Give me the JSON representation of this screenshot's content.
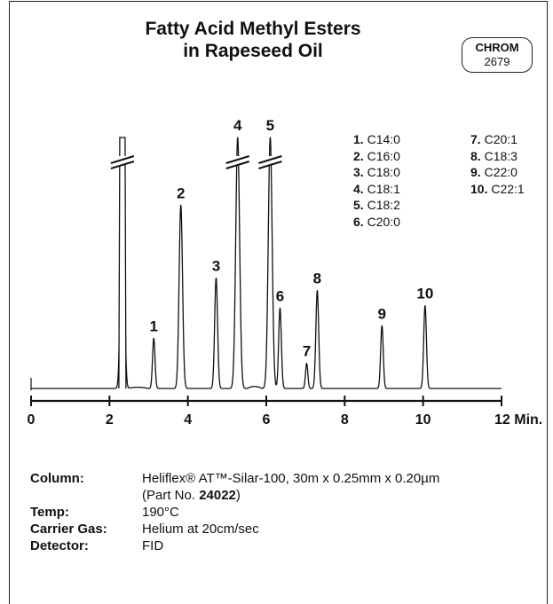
{
  "title_line1": "Fatty Acid Methyl Esters",
  "title_line2": "in Rapeseed Oil",
  "badge": {
    "line1": "CHROM",
    "line2": "2679"
  },
  "legend": [
    {
      "num": "1.",
      "name": "C14:0"
    },
    {
      "num": "2.",
      "name": "C16:0"
    },
    {
      "num": "3.",
      "name": "C18:0"
    },
    {
      "num": "4.",
      "name": "C18:1"
    },
    {
      "num": "5.",
      "name": "C18:2"
    },
    {
      "num": "6.",
      "name": "C20:0"
    },
    {
      "num": "7.",
      "name": "C20:1"
    },
    {
      "num": "8.",
      "name": "C18:3"
    },
    {
      "num": "9.",
      "name": "C22:0"
    },
    {
      "num": "10.",
      "name": "C22:1"
    }
  ],
  "conditions": {
    "column_label": "Column:",
    "column_value_1": "Heliflex® AT™-Silar-100, 30m x 0.25mm x 0.20µm",
    "column_value_2_prefix": "(Part No. ",
    "column_value_2_bold": "24022",
    "column_value_2_suffix": ")",
    "temp_label": "Temp:",
    "temp_value": "190°C",
    "carrier_label": "Carrier Gas:",
    "carrier_value": "Helium at 20cm/sec",
    "detector_label": "Detector:",
    "detector_value": "FID"
  },
  "chart_data": {
    "type": "line",
    "title": "Fatty Acid Methyl Esters in Rapeseed Oil",
    "xlabel": "Min.",
    "ylabel": "",
    "xlim": [
      0,
      12
    ],
    "x_ticks": [
      0,
      2,
      4,
      6,
      8,
      10,
      12
    ],
    "x_tick_labels": [
      "0",
      "2",
      "4",
      "6",
      "8",
      "10",
      "12 Min."
    ],
    "ylim": [
      0,
      100
    ],
    "grid": false,
    "legend_placement": "top-right",
    "solvent_peak": {
      "time": 2.33,
      "height": 100,
      "broken": true
    },
    "peaks": [
      {
        "label": "1",
        "compound": "C14:0",
        "time": 3.13,
        "height": 20
      },
      {
        "label": "2",
        "compound": "C16:0",
        "time": 3.82,
        "height": 73
      },
      {
        "label": "3",
        "compound": "C18:0",
        "time": 4.72,
        "height": 44
      },
      {
        "label": "4",
        "compound": "C18:1",
        "time": 5.27,
        "height": 100,
        "broken": true
      },
      {
        "label": "5",
        "compound": "C18:2",
        "time": 6.1,
        "height": 100,
        "broken": true
      },
      {
        "label": "6",
        "compound": "C20:0",
        "time": 6.35,
        "height": 32
      },
      {
        "label": "7",
        "compound": "C20:1",
        "time": 7.03,
        "height": 10
      },
      {
        "label": "8",
        "compound": "C18:3",
        "time": 7.3,
        "height": 39
      },
      {
        "label": "9",
        "compound": "C22:0",
        "time": 8.95,
        "height": 25
      },
      {
        "label": "10",
        "compound": "C22:1",
        "time": 10.05,
        "height": 33
      }
    ]
  }
}
